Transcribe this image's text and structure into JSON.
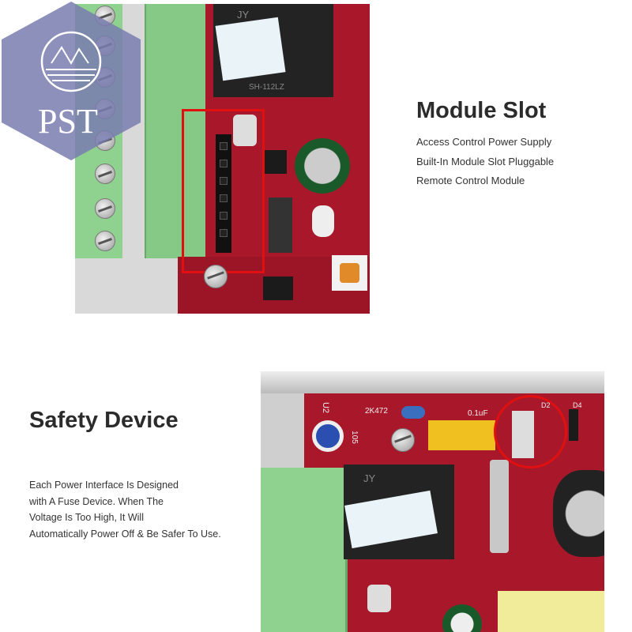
{
  "logo": {
    "text": "PST",
    "color": "#7a7db0"
  },
  "module_slot": {
    "title": "Module Slot",
    "lines": [
      "Access Control Power Supply",
      "Built-In Module Slot Pluggable",
      "Remote Control Module"
    ]
  },
  "safety_device": {
    "title": "Safety Device",
    "lines": [
      "Each Power Interface Is Designed",
      "with A Fuse Device. When The",
      "Voltage Is Too High, It Will",
      "Automatically Power Off & Be Safer To Use."
    ]
  },
  "board_labels": {
    "relay_brand": "JY",
    "relay_model": "SH-112LZ",
    "cap_label": "0.1uF",
    "u2": "U2",
    "r_code": "2K472",
    "pot": "105",
    "d2": "D2",
    "d4": "D4"
  },
  "colors": {
    "pcb": "#a8182a",
    "terminal": "#8fd18f",
    "highlight": "#e01010"
  }
}
